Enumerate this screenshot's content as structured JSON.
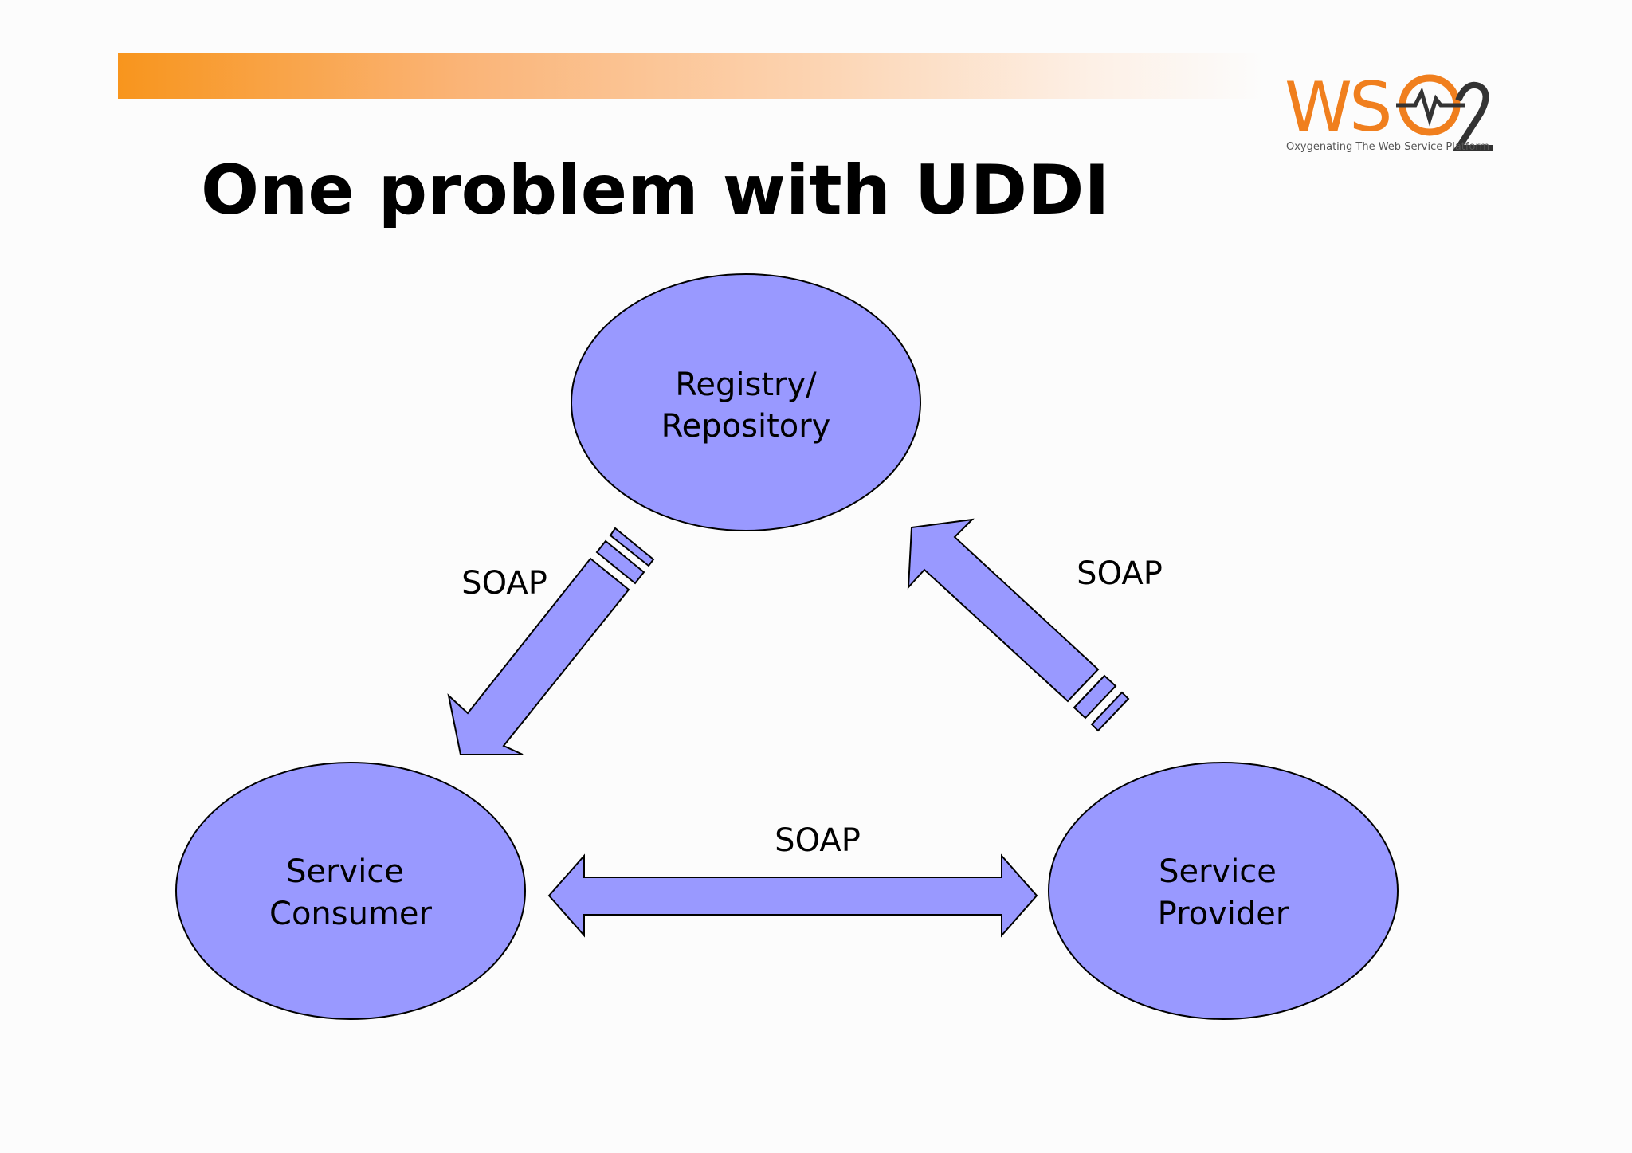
{
  "slide": {
    "title": "One problem with UDDI"
  },
  "logo": {
    "brand": "WSO2",
    "tagline": "Oxygenating The Web Service Platform",
    "colors": {
      "text": "#f07f1e",
      "dark": "#333333"
    }
  },
  "nodes": {
    "registry": {
      "line1": "Registry/",
      "line2": "Repository"
    },
    "consumer": {
      "line1": "Service",
      "line2": "Consumer"
    },
    "provider": {
      "line1": "Service",
      "line2": "Provider"
    }
  },
  "edges": {
    "registry_to_consumer": {
      "label": "SOAP"
    },
    "provider_to_registry": {
      "label": "SOAP"
    },
    "consumer_provider": {
      "label": "SOAP"
    }
  },
  "colors": {
    "node_fill": "#9999ff",
    "stroke": "#000000",
    "header_start": "#f8951d"
  }
}
